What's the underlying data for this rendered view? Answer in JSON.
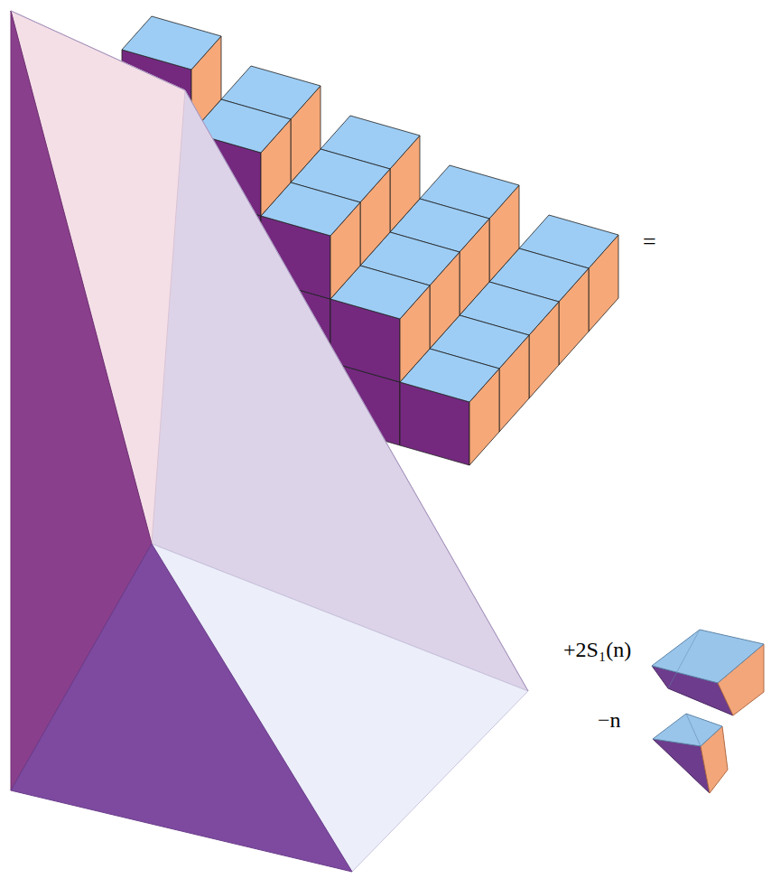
{
  "diagram": {
    "labels": [
      "=",
      "+2S₁(n)",
      "−n"
    ]
  }
}
